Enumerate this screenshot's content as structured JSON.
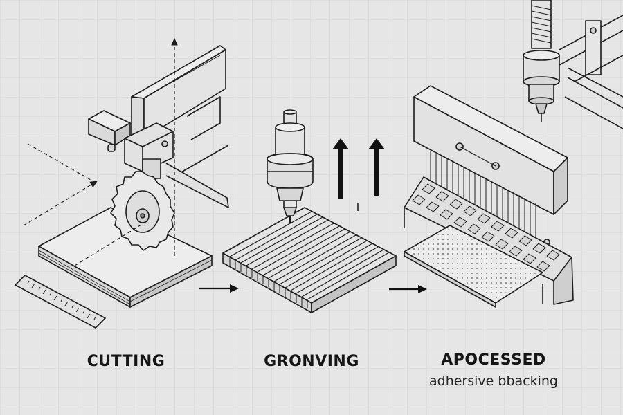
{
  "labels": {
    "cutting": "CUTTING",
    "grooving": "GRONVING",
    "processed": "APOCESSED",
    "processed_sub": "adhersive bbacking",
    "mid_mark": "I"
  },
  "colors": {
    "background": "#e6e6e6",
    "grid": "#d6d6d6",
    "line": "#1c1c1c",
    "face_light": "#ededed",
    "face_mid": "#dcdcdc",
    "face_dark": "#c6c6c6"
  },
  "icons": [
    "saw-blade-icon",
    "router-bit-icon",
    "press-head-icon",
    "arrow-right-icon",
    "arrow-up-icon"
  ]
}
